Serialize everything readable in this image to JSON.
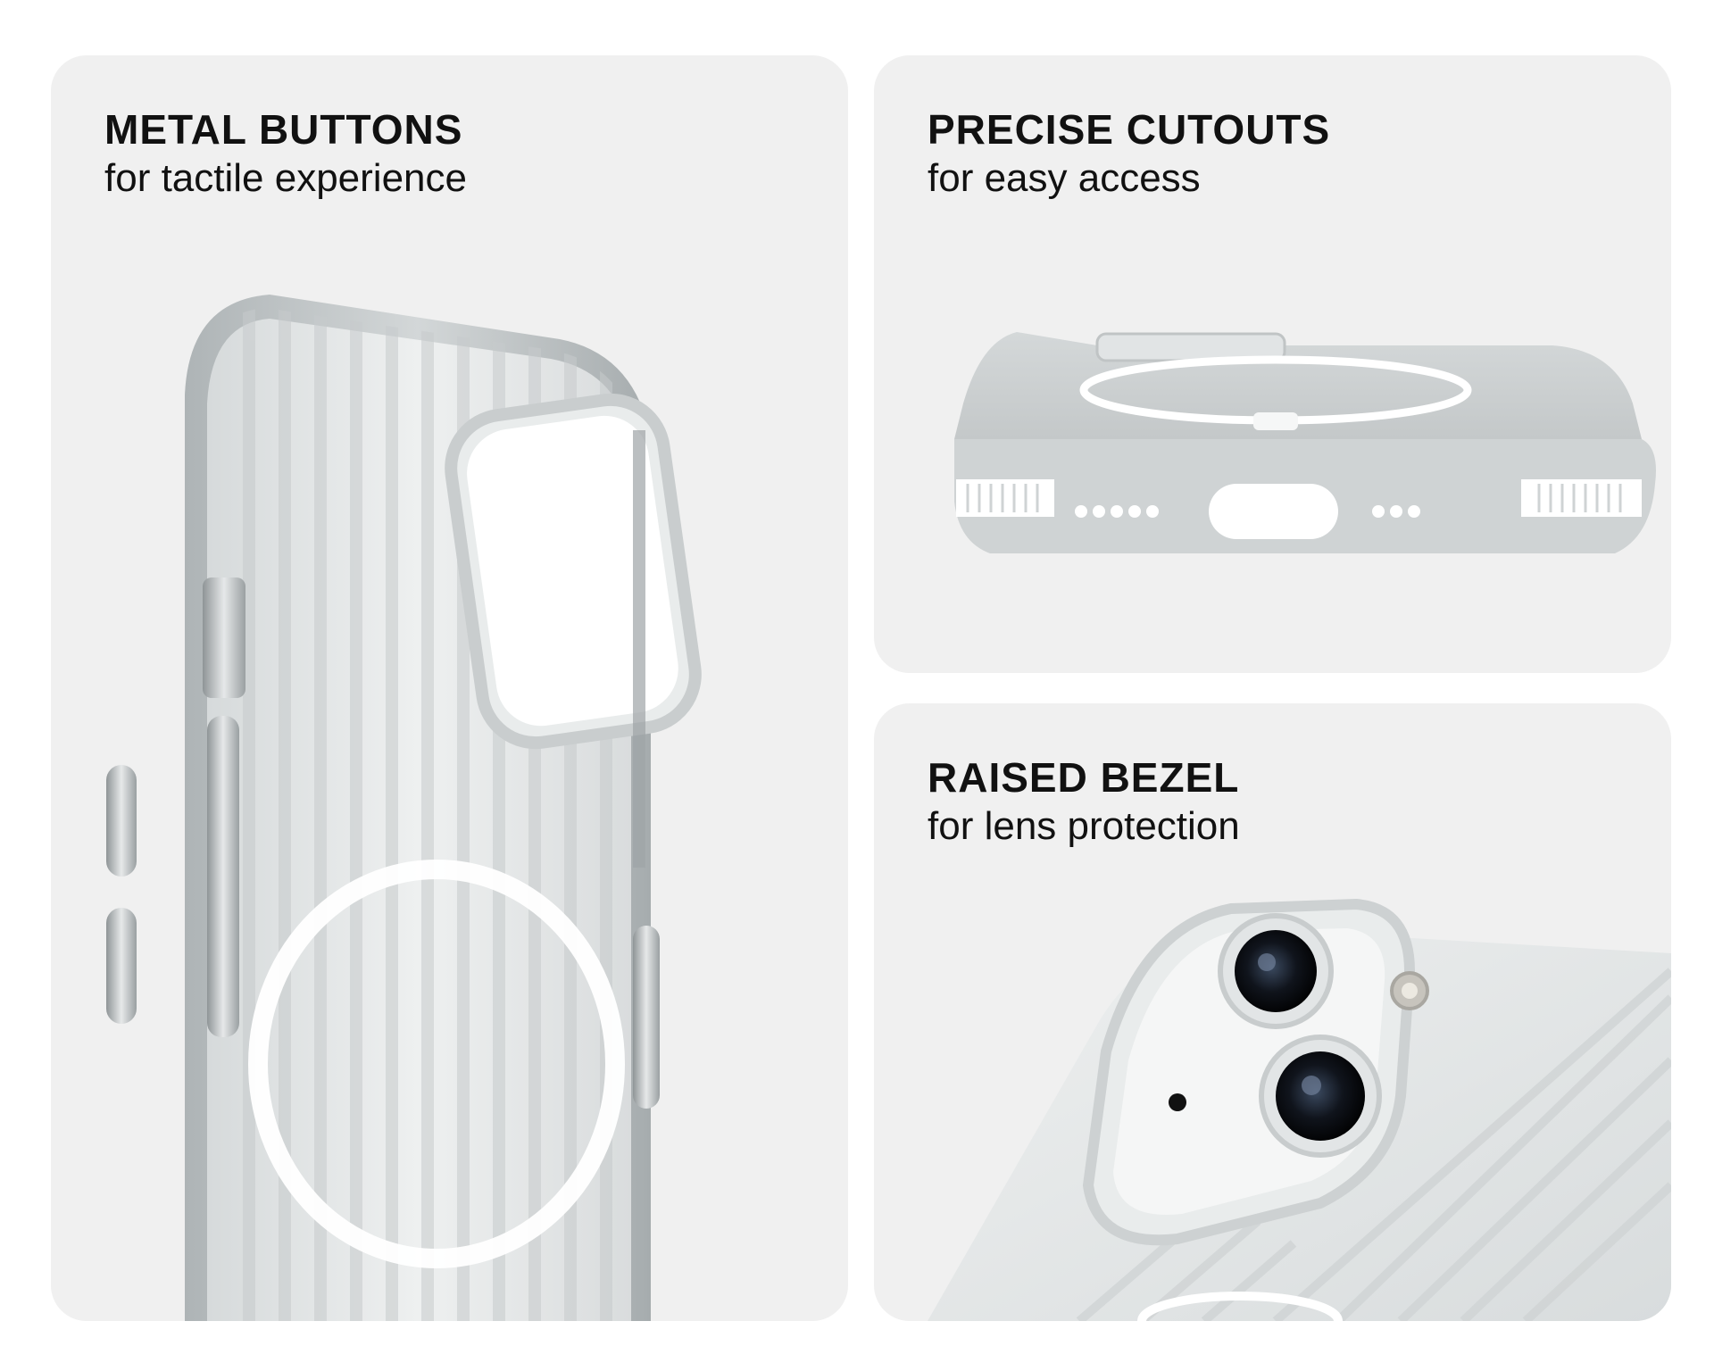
{
  "panels": [
    {
      "title": "METAL BUTTONS",
      "subtitle": "for tactile experience"
    },
    {
      "title": "PRECISE CUTOUTS",
      "subtitle": "for easy access"
    },
    {
      "title": "RAISED BEZEL",
      "subtitle": "for lens protection"
    }
  ],
  "colors": {
    "card_background": "#f0f0f0",
    "case_frame": "#b9bec0",
    "case_body": "#e4e7e8",
    "magsafe_ring": "#ffffff",
    "text": "#111111"
  },
  "icons": [
    "phone-case-side-view",
    "phone-case-bottom-view",
    "camera-bezel-closeup"
  ]
}
